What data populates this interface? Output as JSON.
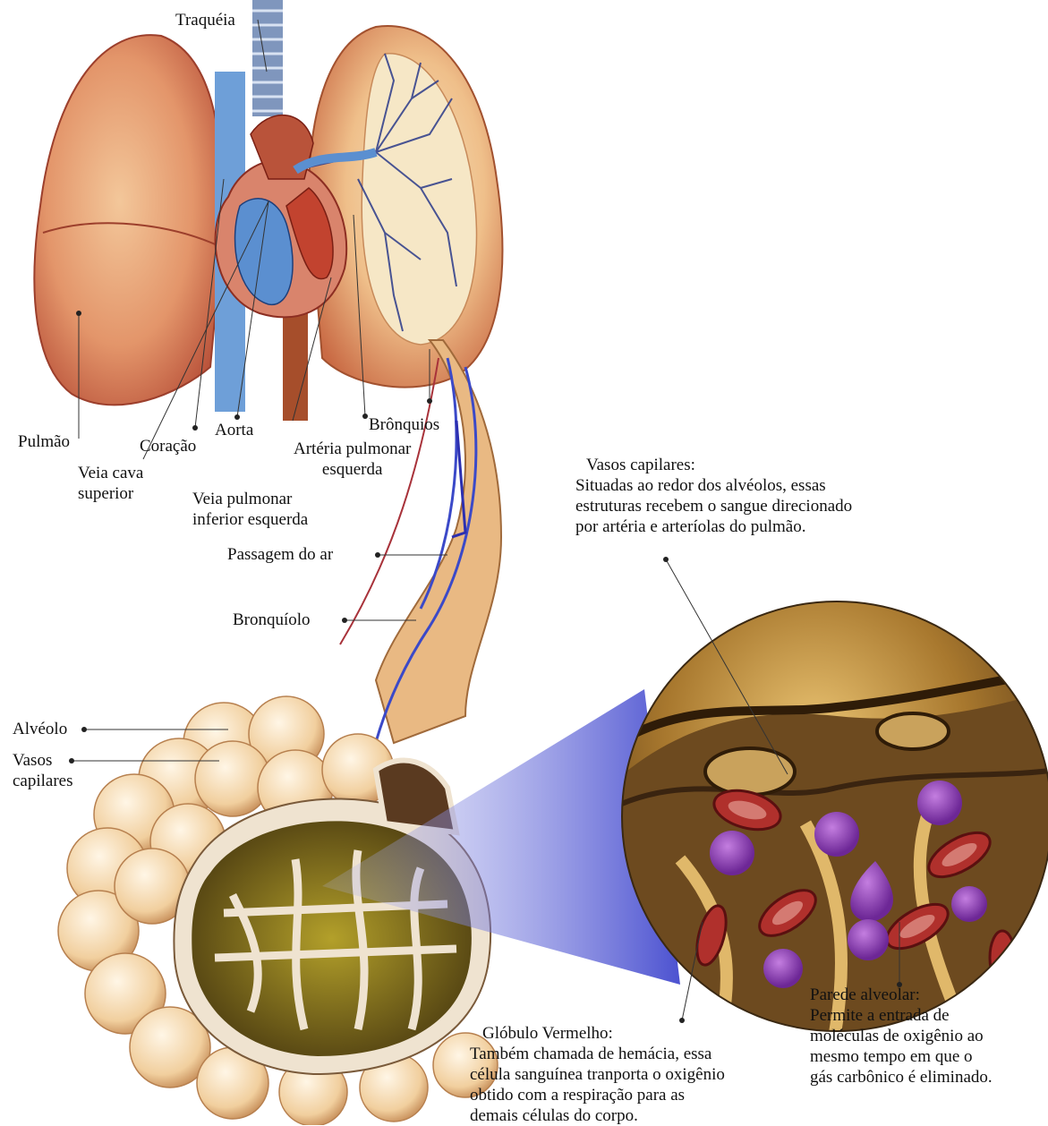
{
  "labels": {
    "traqueia": "Traquéia",
    "pulmao": "Pulmão",
    "coracao": "Coração",
    "aorta": "Aorta",
    "bronquios": "Brônquios",
    "veia_cava": [
      "Veia cava",
      "superior"
    ],
    "arteria_pulmonar": [
      "Artéria pulmonar",
      "esquerda"
    ],
    "veia_pulmonar": [
      "Veia pulmonar",
      "inferior esquerda"
    ],
    "passagem_ar": "Passagem do ar",
    "bronquiolo": "Bronquíolo",
    "alveolo": "Alvéolo",
    "vasos_capilares_small": [
      "Vasos",
      "capilares"
    ]
  },
  "captions": {
    "vasos_capilares": {
      "title": "Vasos capilares:",
      "lines": [
        "Situadas ao redor dos alvéolos, essas",
        "estruturas recebem o sangue direcionado",
        "por artéria e arteríolas do pulmão."
      ]
    },
    "globulo": {
      "title": "Glóbulo Vermelho:",
      "lines": [
        "Também chamada de hemácia, essa",
        "célula sanguínea tranporta o oxigênio",
        "obtido com a respiração para as",
        "demais células do corpo."
      ]
    },
    "parede": {
      "title": "Parede alveolar:",
      "lines": [
        "Permite a entrada de",
        "moléculas de oxigênio ao",
        "mesmo tempo em que o",
        "gás carbônico é eliminado."
      ]
    }
  }
}
